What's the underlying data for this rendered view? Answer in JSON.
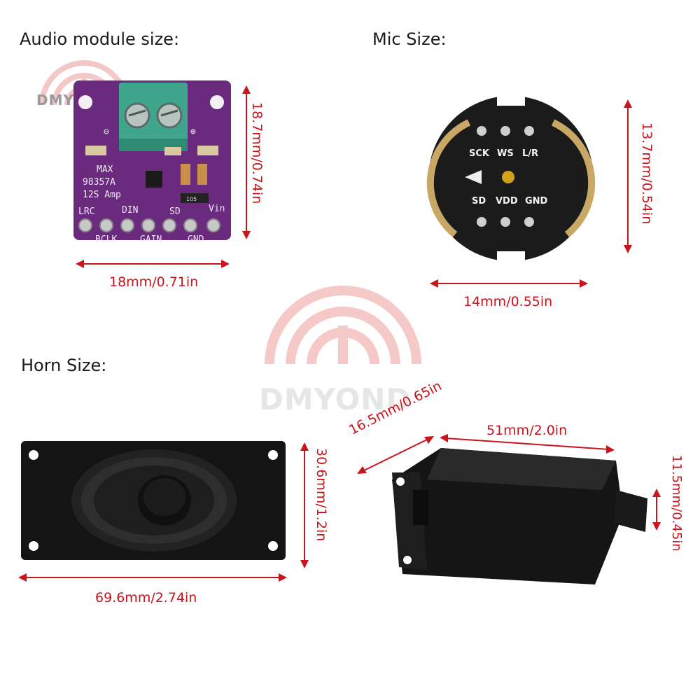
{
  "watermark": {
    "brand": "DMYOND"
  },
  "headings": {
    "audio": "Audio module size:",
    "mic": "Mic Size:",
    "horn": "Horn Size:"
  },
  "dimensions": {
    "audio_height": "18.7mm/0.74in",
    "audio_width": "18mm/0.71in",
    "mic_height": "13.7mm/0.54in",
    "mic_width": "14mm/0.55in",
    "horn_height": "30.6mm/1.2in",
    "horn_width": "69.6mm/2.74in",
    "horn_depth": "16.5mm/0.65in",
    "horn_length": "51mm/2.0in",
    "horn_tab": "11.5mm/0.45in"
  },
  "audio_board": {
    "chip_lines": [
      "MAX",
      "98357A",
      "12S Amp"
    ],
    "top_pins": [
      "LRC",
      "DIN",
      "SD",
      "Vin"
    ],
    "bottom_pins": [
      "BCLK",
      "GAIN",
      "GND"
    ],
    "minus": "⊖",
    "plus": "⊕",
    "resistor": "105"
  },
  "mic_board": {
    "top_pins": [
      "SCK",
      "WS",
      "L/R"
    ],
    "bottom_pins": [
      "SD",
      "VDD",
      "GND"
    ]
  },
  "colors": {
    "accent": "#c8141a",
    "pcb_purple": "#6a2a7e",
    "terminal_green": "#3fa58c"
  }
}
